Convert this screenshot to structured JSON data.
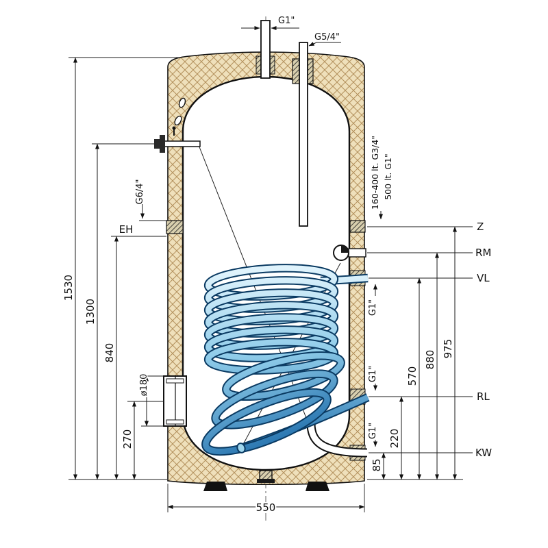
{
  "drawing": {
    "type": "technical-cross-section",
    "subject": "hot water storage tank with internal heat exchanger coil, insulation and connection dimensions"
  },
  "labels": {
    "g1_top": "G1\"",
    "g54": "G5/4\"",
    "note_small": "160-400 lt. G3/4\"",
    "note_large": "500 lt. G1\"",
    "z": "Z",
    "rm": "RM",
    "vl": "VL",
    "rl": "RL",
    "kw": "KW",
    "g1_vl": "G1\"",
    "g1_rl": "G1\"",
    "g1_kw": "G1\"",
    "g64": "G6/4\"",
    "eh": "EH",
    "d180": "ø180"
  },
  "dims": {
    "h1530": "1530",
    "h1300": "1300",
    "h840": "840",
    "h270": "270",
    "h975": "975",
    "h880": "880",
    "h570": "570",
    "h220": "220",
    "h85": "85",
    "w550": "550"
  },
  "colors": {
    "outline": "#111111",
    "insulation_base": "#efe0bb",
    "insulation_hatch": "#b3905c",
    "coil_light": "#dff3fc",
    "coil_mid": "#8ecbe9",
    "coil_dark": "#1a69a8",
    "coil_outline": "#0a3a62"
  }
}
